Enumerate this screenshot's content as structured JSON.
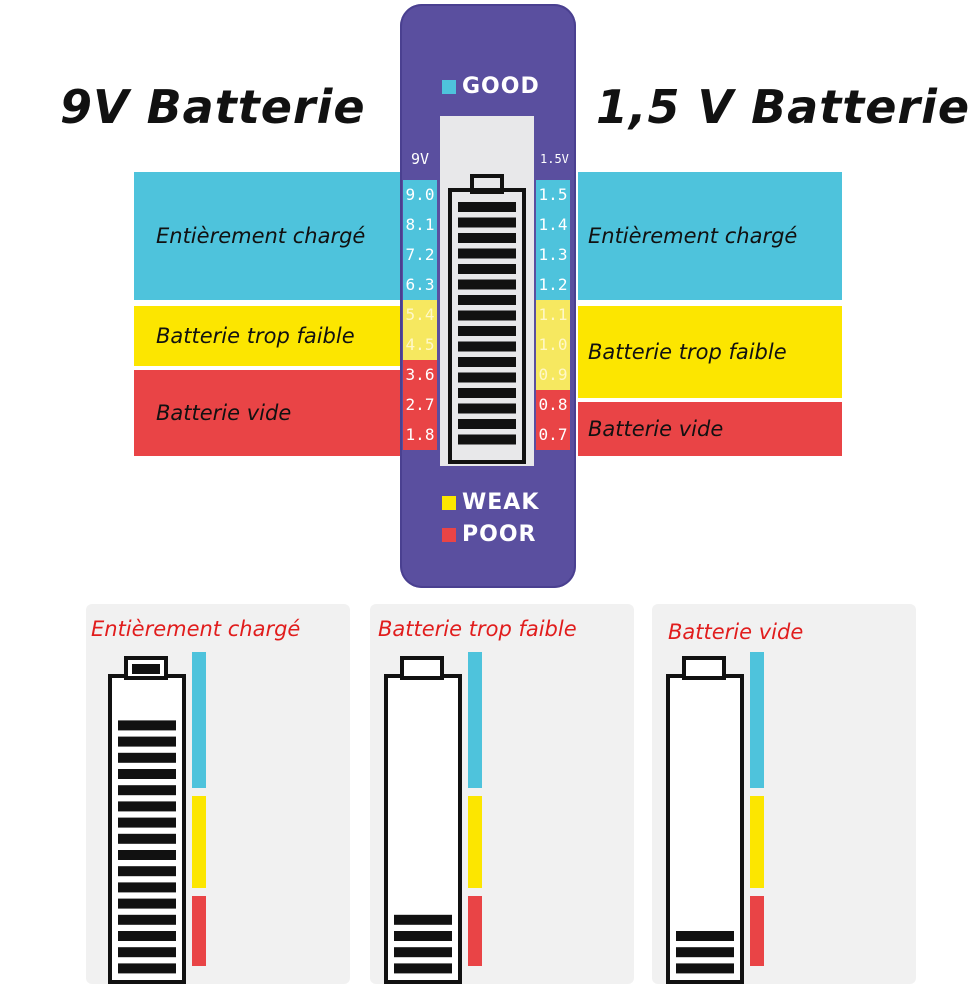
{
  "headings": {
    "left": "9V Batterie",
    "right": "1,5 V Batterie"
  },
  "bands": {
    "full": "Entièrement chargé",
    "weak": "Batterie trop faible",
    "empty": "Batterie vide"
  },
  "tester": {
    "legend_good": "GOOD",
    "legend_weak": "WEAK",
    "legend_poor": "POOR",
    "scale_9v_label": "9V",
    "scale_15v_label": "1.5V",
    "scale_9v": [
      {
        "value": "9.0",
        "zone": "b"
      },
      {
        "value": "8.1",
        "zone": "b"
      },
      {
        "value": "7.2",
        "zone": "b"
      },
      {
        "value": "6.3",
        "zone": "b"
      },
      {
        "value": "5.4",
        "zone": "y"
      },
      {
        "value": "4.5",
        "zone": "y"
      },
      {
        "value": "3.6",
        "zone": "r"
      },
      {
        "value": "2.7",
        "zone": "r"
      },
      {
        "value": "1.8",
        "zone": "r"
      }
    ],
    "scale_15v": [
      {
        "value": "1.5",
        "zone": "b"
      },
      {
        "value": "1.4",
        "zone": "b"
      },
      {
        "value": "1.3",
        "zone": "b"
      },
      {
        "value": "1.2",
        "zone": "b"
      },
      {
        "value": "1.1",
        "zone": "y"
      },
      {
        "value": "1.0",
        "zone": "y"
      },
      {
        "value": "0.9",
        "zone": "y"
      },
      {
        "value": "0.8",
        "zone": "r"
      },
      {
        "value": "0.7",
        "zone": "r"
      }
    ],
    "display_bars_lit": 16
  },
  "panels": [
    {
      "title": "Entièrement chargé",
      "bars_lit": 16
    },
    {
      "title": "Batterie trop faible",
      "bars_lit": 4
    },
    {
      "title": "Batterie vide",
      "bars_lit": 3
    }
  ],
  "colors": {
    "good": "#4ec3dc",
    "weak": "#fce600",
    "poor": "#e94446",
    "tester_body": "#5a4f9f",
    "panel_title": "#e11d1d"
  }
}
